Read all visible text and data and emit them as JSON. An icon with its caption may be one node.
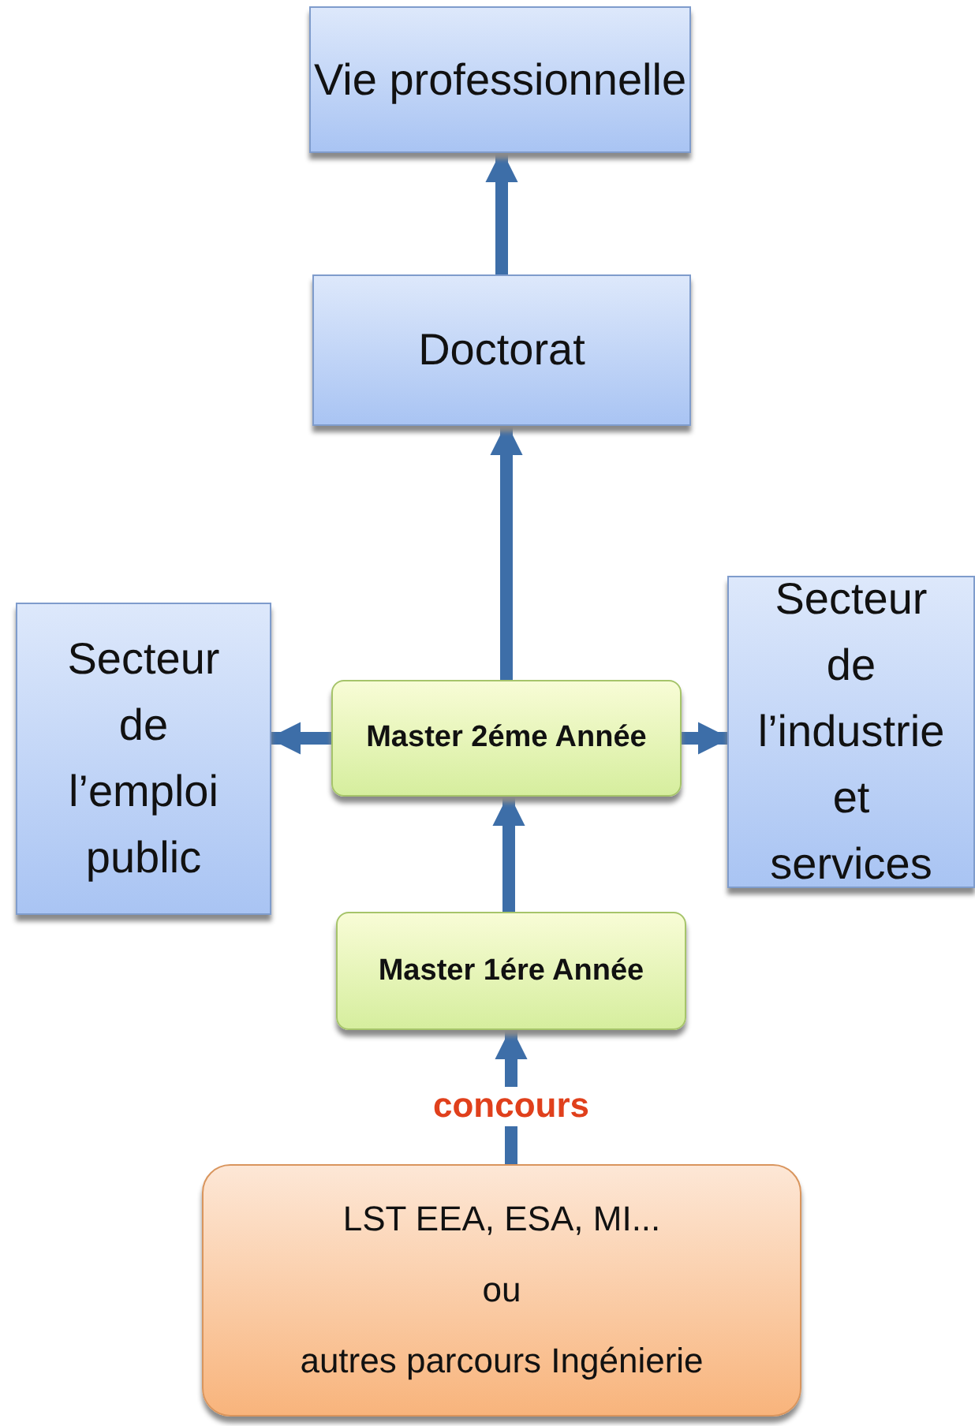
{
  "diagram": {
    "nodes": [
      {
        "text": [
          "Vie professionnelle"
        ]
      },
      {
        "text": [
          "Doctorat"
        ]
      },
      {
        "text": [
          "Secteur de l’emploi public"
        ]
      },
      {
        "text": [
          "Master 2éme Année"
        ]
      },
      {
        "text": [
          "Secteur de l’industrie et services"
        ]
      },
      {
        "text": [
          "Master 1ére Année"
        ]
      },
      {
        "text": [
          "LST EEA, ESA, MI...",
          "ou",
          "autres parcours Ingénierie"
        ]
      }
    ],
    "edges": [
      {
        "from": 1,
        "to": 0,
        "arrow": "to"
      },
      {
        "from": 3,
        "to": 1,
        "arrow": "to"
      },
      {
        "from": 3,
        "to": 2,
        "arrow": "to"
      },
      {
        "from": 3,
        "to": 4,
        "arrow": "to"
      },
      {
        "from": 5,
        "to": 3,
        "arrow": "to"
      },
      {
        "from": 6,
        "to": 5,
        "arrow": "to",
        "label": "concours"
      }
    ]
  }
}
